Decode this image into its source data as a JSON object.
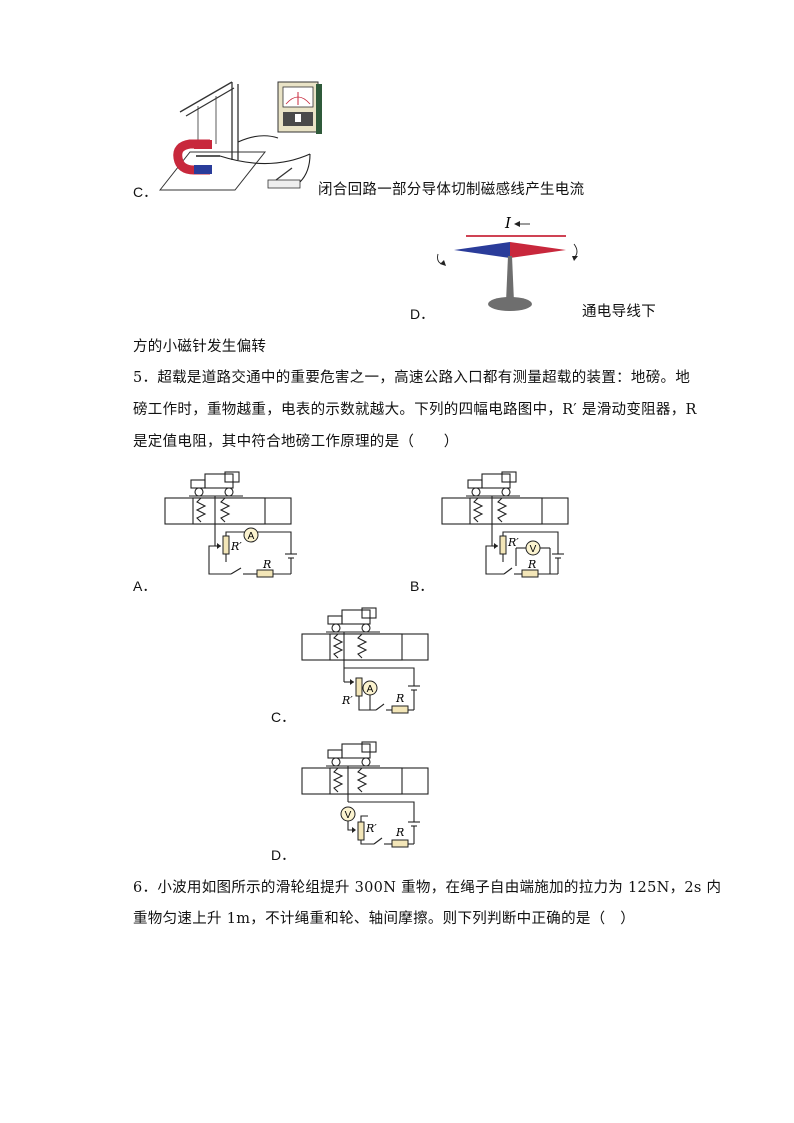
{
  "option_c_prev": {
    "letter": "C．",
    "caption": "闭合回路一部分导体切制磁感线产生电流"
  },
  "option_d_prev": {
    "letter": "D．",
    "caption_part1": "通电导线下",
    "caption_part2": "方的小磁针发生偏转",
    "current_symbol": "I"
  },
  "question5": {
    "line1": "5．超载是道路交通中的重要危害之一，高速公路入口都有测量超载的装置：地磅。地",
    "line2": "磅工作时，重物越重，电表的示数就越大。下列的四幅电路图中，R′ 是滑动变阻器，R",
    "line3": "是定值电阻，其中符合地磅工作原理的是（　　）",
    "options": [
      {
        "letter": "A．",
        "meter": "A",
        "rheostat": "R′",
        "resistor": "R"
      },
      {
        "letter": "B．",
        "meter": "V",
        "rheostat": "R′",
        "resistor": "R"
      },
      {
        "letter": "C．",
        "meter": "A",
        "rheostat": "R′",
        "resistor": "R"
      },
      {
        "letter": "D．",
        "meter": "V",
        "rheostat": "R′",
        "resistor": "R"
      }
    ]
  },
  "question6": {
    "line1": "6．小波用如图所示的滑轮组提升 300N 重物，在绳子自由端施加的拉力为 125N，2s 内",
    "line2": "重物匀速上升 1m，不计绳重和轮、轴间摩擦。则下列判断中正确的是（　）"
  },
  "colors": {
    "magnet_red": "#c8283c",
    "magnet_blue": "#2a3c9a",
    "stand": "#6e6e6e",
    "resistor_fill": "#f3e6b8",
    "meter_fill": "#fbf3cf"
  }
}
